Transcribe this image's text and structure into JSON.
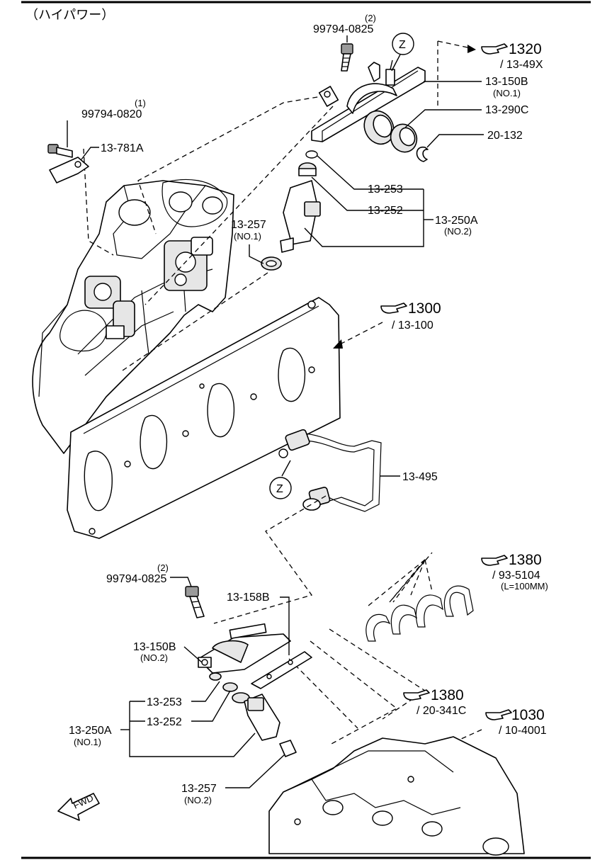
{
  "title": "（ハイパワー）",
  "part_labels": {
    "bolt_upper_qty": "(2)",
    "bolt_upper": "99794-0825",
    "bolt_left_qty": "(1)",
    "bolt_left": "99794-0820",
    "bracket": "13-781A",
    "fuel_rail_no1": "13-150B",
    "fuel_rail_no1_sub": "(NO.1)",
    "damper": "13-290C",
    "snap_ring": "20-132",
    "oring_upper": "13-253",
    "insulator_upper": "13-252",
    "injector_no2": "13-250A",
    "injector_no2_sub": "(NO.2)",
    "seal_no1": "13-257",
    "seal_no1_sub": "(NO.1)",
    "hose_pipe": "13-495",
    "bolt_lower_qty": "(2)",
    "bolt_lower": "99794-0825",
    "rail_bracket": "13-158B",
    "fuel_rail_no2": "13-150B",
    "fuel_rail_no2_sub": "(NO.2)",
    "oring_lower": "13-253",
    "insulator_lower": "13-252",
    "injector_no1": "13-250A",
    "injector_no1_sub": "(NO.1)",
    "seal_no2": "13-257",
    "seal_no2_sub": "(NO.2)"
  },
  "references": {
    "r1320": "1320",
    "r1320_sub": "/ 13-49X",
    "r1300": "1300",
    "r1300_sub": "/ 13-100",
    "r1380a": "1380",
    "r1380a_sub": "/ 93-5104",
    "r1380a_note": "(L=100MM)",
    "r1380b": "1380",
    "r1380b_sub": "/ 20-341C",
    "r1030": "1030",
    "r1030_sub": "/ 10-4001"
  },
  "markers": {
    "connection_upper": "Z",
    "connection_lower": "Z"
  },
  "fwd": "FWD",
  "icons": {
    "reference": "pointing-hand-icon",
    "direction": "fwd-arrow-icon"
  }
}
